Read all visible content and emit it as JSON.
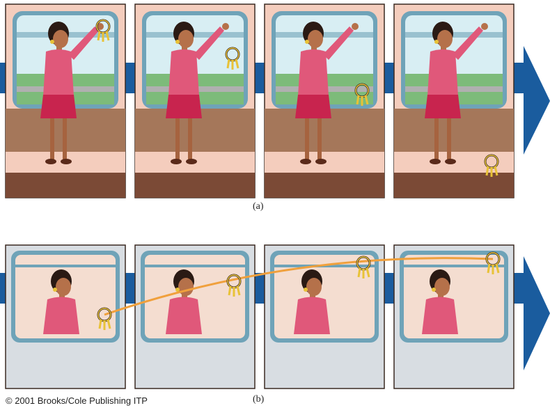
{
  "figure": {
    "caption_a": "(a)",
    "caption_b": "(b)",
    "copyright": "© 2001 Brooks/Cole Publishing ITP"
  },
  "colors": {
    "arrow_blue": "#1a5c9e",
    "panel_border": "#3a2a22",
    "window_frame": "#6fa3b8",
    "sky": "#d8eef3",
    "seat": "#a5775a",
    "floor": "#7b4a36",
    "wall_a": "#f4cdbd",
    "wall_b": "#d8dde2",
    "shirt": "#e0587a",
    "skirt": "#c8244e",
    "keys": "#e8c238",
    "trajectory": "#f0a03c"
  },
  "row_a": {
    "description_icon": "woman-dropping-keys-in-moving-train",
    "frames": 4
  },
  "row_b": {
    "description_icon": "keys-parabolic-path-seen-from-ground",
    "frames": 4
  }
}
